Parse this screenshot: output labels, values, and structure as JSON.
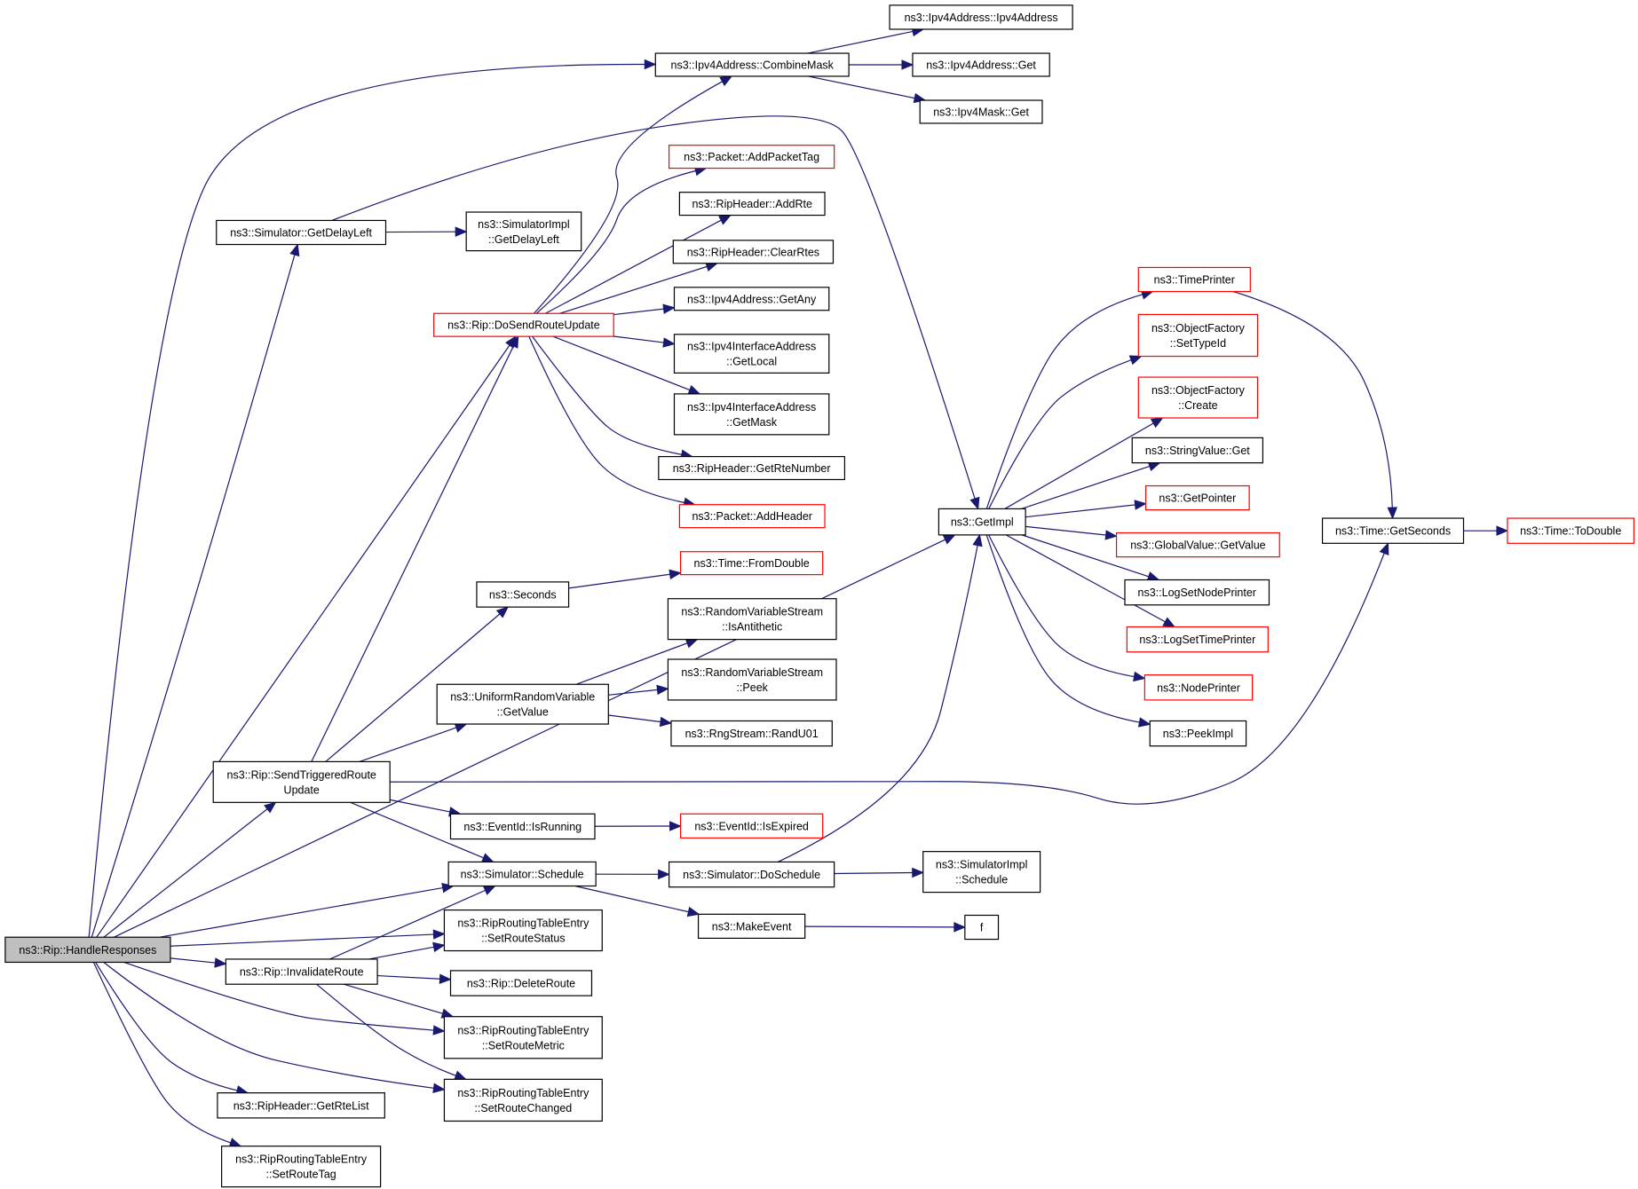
{
  "graph": {
    "title": "Call graph of ns3::Rip::HandleResponses",
    "colors": {
      "edge": "#191970",
      "root_fill": "#bfbfbf",
      "undocumented_border": "#ff0000",
      "documented_border": "#000000"
    },
    "nodes": [
      {
        "id": "root",
        "lines": [
          "ns3::Rip::HandleResponses"
        ],
        "style": "root"
      },
      {
        "id": "combinemask",
        "lines": [
          "ns3::Ipv4Address::CombineMask"
        ],
        "style": "normal"
      },
      {
        "id": "ipv4addr_ctor",
        "lines": [
          "ns3::Ipv4Address::Ipv4Address"
        ],
        "style": "normal"
      },
      {
        "id": "ipv4addr_get",
        "lines": [
          "ns3::Ipv4Address::Get"
        ],
        "style": "normal"
      },
      {
        "id": "ipv4mask_get",
        "lines": [
          "ns3::Ipv4Mask::Get"
        ],
        "style": "normal"
      },
      {
        "id": "getdelayleft",
        "lines": [
          "ns3::Simulator::GetDelayLeft"
        ],
        "style": "normal"
      },
      {
        "id": "simimpl_getdelayleft",
        "lines": [
          "ns3::SimulatorImpl",
          "::GetDelayLeft"
        ],
        "style": "normal"
      },
      {
        "id": "addpackettag",
        "lines": [
          "ns3::Packet::AddPacketTag"
        ],
        "style": "red"
      },
      {
        "id": "addrte",
        "lines": [
          "ns3::RipHeader::AddRte"
        ],
        "style": "normal"
      },
      {
        "id": "clearrtes",
        "lines": [
          "ns3::RipHeader::ClearRtes"
        ],
        "style": "normal"
      },
      {
        "id": "getany",
        "lines": [
          "ns3::Ipv4Address::GetAny"
        ],
        "style": "normal"
      },
      {
        "id": "getlocal",
        "lines": [
          "ns3::Ipv4InterfaceAddress",
          "::GetLocal"
        ],
        "style": "normal"
      },
      {
        "id": "getmask",
        "lines": [
          "ns3::Ipv4InterfaceAddress",
          "::GetMask"
        ],
        "style": "normal"
      },
      {
        "id": "getrtenumber",
        "lines": [
          "ns3::RipHeader::GetRteNumber"
        ],
        "style": "normal"
      },
      {
        "id": "addheader",
        "lines": [
          "ns3::Packet::AddHeader"
        ],
        "style": "red"
      },
      {
        "id": "dosendrouteupdate",
        "lines": [
          "ns3::Rip::DoSendRouteUpdate"
        ],
        "style": "red"
      },
      {
        "id": "seconds",
        "lines": [
          "ns3::Seconds"
        ],
        "style": "normal"
      },
      {
        "id": "fromdouble",
        "lines": [
          "ns3::Time::FromDouble"
        ],
        "style": "red"
      },
      {
        "id": "isantithetic",
        "lines": [
          "ns3::RandomVariableStream",
          "::IsAntithetic"
        ],
        "style": "normal"
      },
      {
        "id": "peek",
        "lines": [
          "ns3::RandomVariableStream",
          "::Peek"
        ],
        "style": "normal"
      },
      {
        "id": "randu01",
        "lines": [
          "ns3::RngStream::RandU01"
        ],
        "style": "normal"
      },
      {
        "id": "urv_getvalue",
        "lines": [
          "ns3::UniformRandomVariable",
          "::GetValue"
        ],
        "style": "normal"
      },
      {
        "id": "sendtriggered",
        "lines": [
          "ns3::Rip::SendTriggeredRoute",
          "Update"
        ],
        "style": "normal"
      },
      {
        "id": "isrunning",
        "lines": [
          "ns3::EventId::IsRunning"
        ],
        "style": "normal"
      },
      {
        "id": "isexpired",
        "lines": [
          "ns3::EventId::IsExpired"
        ],
        "style": "red"
      },
      {
        "id": "schedule",
        "lines": [
          "ns3::Simulator::Schedule"
        ],
        "style": "normal"
      },
      {
        "id": "doschedule",
        "lines": [
          "ns3::Simulator::DoSchedule"
        ],
        "style": "normal"
      },
      {
        "id": "simimpl_schedule",
        "lines": [
          "ns3::SimulatorImpl",
          "::Schedule"
        ],
        "style": "normal"
      },
      {
        "id": "makeevent",
        "lines": [
          "ns3::MakeEvent"
        ],
        "style": "normal"
      },
      {
        "id": "f",
        "lines": [
          "f"
        ],
        "style": "normal"
      },
      {
        "id": "setroutestatus",
        "lines": [
          "ns3::RipRoutingTableEntry",
          "::SetRouteStatus"
        ],
        "style": "normal"
      },
      {
        "id": "invalidateroute",
        "lines": [
          "ns3::Rip::InvalidateRoute"
        ],
        "style": "normal"
      },
      {
        "id": "deleteroute",
        "lines": [
          "ns3::Rip::DeleteRoute"
        ],
        "style": "normal"
      },
      {
        "id": "setroutemetric",
        "lines": [
          "ns3::RipRoutingTableEntry",
          "::SetRouteMetric"
        ],
        "style": "normal"
      },
      {
        "id": "setroutechanged",
        "lines": [
          "ns3::RipRoutingTableEntry",
          "::SetRouteChanged"
        ],
        "style": "normal"
      },
      {
        "id": "getrtelist",
        "lines": [
          "ns3::RipHeader::GetRteList"
        ],
        "style": "normal"
      },
      {
        "id": "setroutetag",
        "lines": [
          "ns3::RipRoutingTableEntry",
          "::SetRouteTag"
        ],
        "style": "normal"
      },
      {
        "id": "getimpl",
        "lines": [
          "ns3::GetImpl"
        ],
        "style": "normal"
      },
      {
        "id": "timeprinter",
        "lines": [
          "ns3::TimePrinter"
        ],
        "style": "red"
      },
      {
        "id": "of_settypeid",
        "lines": [
          "ns3::ObjectFactory",
          "::SetTypeId"
        ],
        "style": "red"
      },
      {
        "id": "of_create",
        "lines": [
          "ns3::ObjectFactory",
          "::Create"
        ],
        "style": "red"
      },
      {
        "id": "stringvalue_get",
        "lines": [
          "ns3::StringValue::Get"
        ],
        "style": "normal"
      },
      {
        "id": "getpointer",
        "lines": [
          "ns3::GetPointer"
        ],
        "style": "red"
      },
      {
        "id": "globalvalue_getvalue",
        "lines": [
          "ns3::GlobalValue::GetValue"
        ],
        "style": "red"
      },
      {
        "id": "logsetnodeprinter",
        "lines": [
          "ns3::LogSetNodePrinter"
        ],
        "style": "normal"
      },
      {
        "id": "logsettimeprinter",
        "lines": [
          "ns3::LogSetTimePrinter"
        ],
        "style": "red"
      },
      {
        "id": "nodeprinter",
        "lines": [
          "ns3::NodePrinter"
        ],
        "style": "red"
      },
      {
        "id": "peekimpl",
        "lines": [
          "ns3::PeekImpl"
        ],
        "style": "normal"
      },
      {
        "id": "time_getseconds",
        "lines": [
          "ns3::Time::GetSeconds"
        ],
        "style": "normal"
      },
      {
        "id": "todouble",
        "lines": [
          "ns3::Time::ToDouble"
        ],
        "style": "red"
      }
    ],
    "edges": [
      [
        "root",
        "combinemask"
      ],
      [
        "root",
        "getdelayleft"
      ],
      [
        "root",
        "getimpl"
      ],
      [
        "root",
        "dosendrouteupdate"
      ],
      [
        "root",
        "sendtriggered"
      ],
      [
        "root",
        "schedule"
      ],
      [
        "root",
        "setroutestatus"
      ],
      [
        "root",
        "invalidateroute"
      ],
      [
        "root",
        "setroutemetric"
      ],
      [
        "root",
        "setroutechanged"
      ],
      [
        "root",
        "getrtelist"
      ],
      [
        "root",
        "setroutetag"
      ],
      [
        "combinemask",
        "ipv4addr_ctor"
      ],
      [
        "combinemask",
        "ipv4addr_get"
      ],
      [
        "combinemask",
        "ipv4mask_get"
      ],
      [
        "getdelayleft",
        "simimpl_getdelayleft"
      ],
      [
        "getdelayleft",
        "getimpl"
      ],
      [
        "dosendrouteupdate",
        "combinemask"
      ],
      [
        "dosendrouteupdate",
        "addpackettag"
      ],
      [
        "dosendrouteupdate",
        "addrte"
      ],
      [
        "dosendrouteupdate",
        "clearrtes"
      ],
      [
        "dosendrouteupdate",
        "getany"
      ],
      [
        "dosendrouteupdate",
        "getlocal"
      ],
      [
        "dosendrouteupdate",
        "getmask"
      ],
      [
        "dosendrouteupdate",
        "getrtenumber"
      ],
      [
        "dosendrouteupdate",
        "addheader"
      ],
      [
        "sendtriggered",
        "dosendrouteupdate"
      ],
      [
        "sendtriggered",
        "seconds"
      ],
      [
        "sendtriggered",
        "urv_getvalue"
      ],
      [
        "sendtriggered",
        "time_getseconds"
      ],
      [
        "sendtriggered",
        "isrunning"
      ],
      [
        "sendtriggered",
        "schedule"
      ],
      [
        "seconds",
        "fromdouble"
      ],
      [
        "urv_getvalue",
        "isantithetic"
      ],
      [
        "urv_getvalue",
        "peek"
      ],
      [
        "urv_getvalue",
        "randu01"
      ],
      [
        "isrunning",
        "isexpired"
      ],
      [
        "schedule",
        "doschedule"
      ],
      [
        "schedule",
        "makeevent"
      ],
      [
        "doschedule",
        "getimpl"
      ],
      [
        "doschedule",
        "simimpl_schedule"
      ],
      [
        "makeevent",
        "f"
      ],
      [
        "invalidateroute",
        "schedule"
      ],
      [
        "invalidateroute",
        "setroutestatus"
      ],
      [
        "invalidateroute",
        "deleteroute"
      ],
      [
        "invalidateroute",
        "setroutemetric"
      ],
      [
        "invalidateroute",
        "setroutechanged"
      ],
      [
        "getimpl",
        "timeprinter"
      ],
      [
        "getimpl",
        "of_settypeid"
      ],
      [
        "getimpl",
        "of_create"
      ],
      [
        "getimpl",
        "stringvalue_get"
      ],
      [
        "getimpl",
        "getpointer"
      ],
      [
        "getimpl",
        "globalvalue_getvalue"
      ],
      [
        "getimpl",
        "logsetnodeprinter"
      ],
      [
        "getimpl",
        "logsettimeprinter"
      ],
      [
        "getimpl",
        "nodeprinter"
      ],
      [
        "getimpl",
        "peekimpl"
      ],
      [
        "timeprinter",
        "time_getseconds"
      ],
      [
        "time_getseconds",
        "todouble"
      ]
    ]
  }
}
